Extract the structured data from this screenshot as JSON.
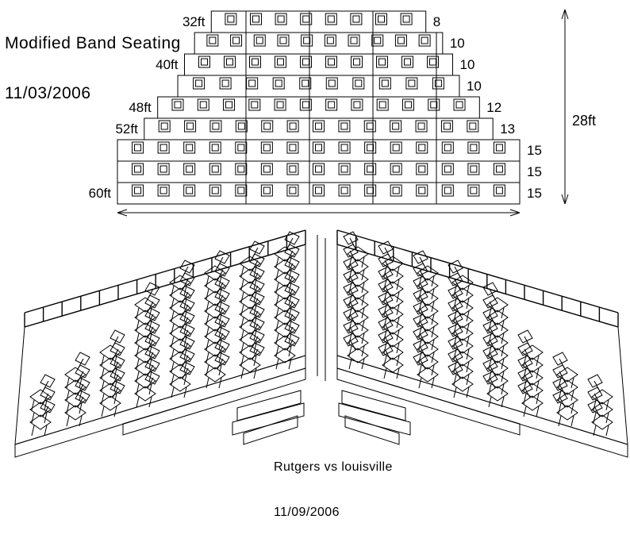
{
  "title": "Modified Band Seating",
  "title_date": "11/03/2006",
  "caption": "Rutgers vs louisville",
  "caption_date": "11/09/2006",
  "colors": {
    "ink": "#000000",
    "background": "#ffffff"
  },
  "elevation": {
    "total_height_label": "28ft",
    "rows": [
      {
        "seats": 8,
        "width_ft": 32,
        "width_label": "32ft"
      },
      {
        "seats": 10,
        "width_ft": 37
      },
      {
        "seats": 10,
        "width_ft": 40,
        "width_label": "40ft"
      },
      {
        "seats": 10,
        "width_ft": 42
      },
      {
        "seats": 12,
        "width_ft": 48,
        "width_label": "48ft"
      },
      {
        "seats": 13,
        "width_ft": 52,
        "width_label": "52ft"
      },
      {
        "seats": 15,
        "width_ft": 60
      },
      {
        "seats": 15,
        "width_ft": 60
      },
      {
        "seats": 15,
        "width_ft": 60,
        "width_label": "60ft"
      }
    ]
  }
}
